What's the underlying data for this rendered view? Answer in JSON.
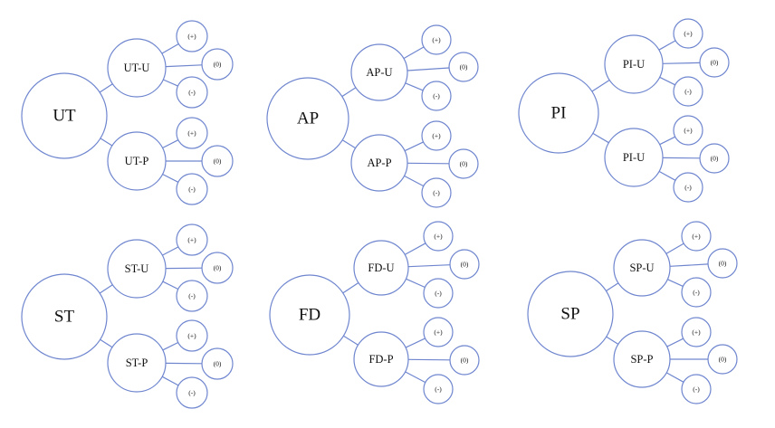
{
  "diagrams": [
    {
      "root": "UT",
      "branches": [
        {
          "label": "UT-U",
          "leaves": [
            "(+)",
            "(0)",
            "(-)"
          ]
        },
        {
          "label": "UT-P",
          "leaves": [
            "(+)",
            "(0)",
            "(-)"
          ]
        }
      ]
    },
    {
      "root": "AP",
      "branches": [
        {
          "label": "AP-U",
          "leaves": [
            "(+)",
            "(0)",
            "(-)"
          ]
        },
        {
          "label": "AP-P",
          "leaves": [
            "(+)",
            "(0)",
            "(-)"
          ]
        }
      ]
    },
    {
      "root": "PI",
      "branches": [
        {
          "label": "PI-U",
          "leaves": [
            "(+)",
            "(0)",
            "(-)"
          ]
        },
        {
          "label": "PI-U",
          "leaves": [
            "(+)",
            "(0)",
            "(-)"
          ]
        }
      ]
    },
    {
      "root": "ST",
      "branches": [
        {
          "label": "ST-U",
          "leaves": [
            "(+)",
            "(0)",
            "(-)"
          ]
        },
        {
          "label": "ST-P",
          "leaves": [
            "(+)",
            "(0)",
            "(-)"
          ]
        }
      ]
    },
    {
      "root": "FD",
      "branches": [
        {
          "label": "FD-U",
          "leaves": [
            "(+)",
            "(0)",
            "(-)"
          ]
        },
        {
          "label": "FD-P",
          "leaves": [
            "(+)",
            "(0)",
            "(-)"
          ]
        }
      ]
    },
    {
      "root": "SP",
      "branches": [
        {
          "label": "SP-U",
          "leaves": [
            "(+)",
            "(0)",
            "(-)"
          ]
        },
        {
          "label": "SP-P",
          "leaves": [
            "(+)",
            "(0)",
            "(-)"
          ]
        }
      ]
    }
  ],
  "colors": {
    "stroke": "#6f86cf",
    "text": "#111111"
  }
}
